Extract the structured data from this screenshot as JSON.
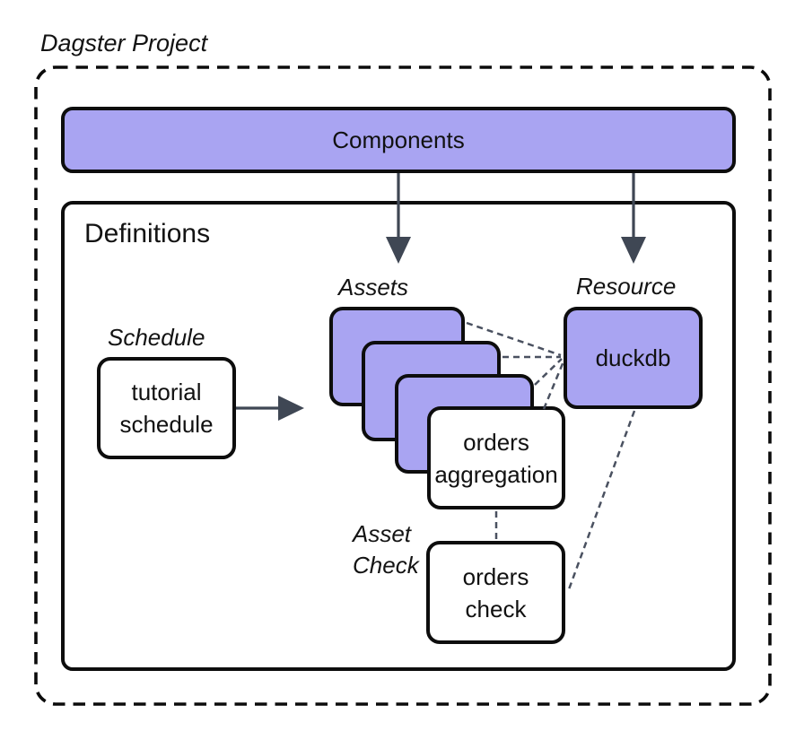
{
  "title": "Dagster Project",
  "palette": {
    "node_purple": "#A9A4F2",
    "node_border": "#0D0D0D",
    "arrow_color": "#3F4754",
    "connector_color": "#4A5160",
    "dashed_boundary": "#0B0B0B"
  },
  "components_bar": {
    "label": "Components"
  },
  "definitions_box": {
    "label": "Definitions"
  },
  "labels": {
    "schedule": "Schedule",
    "assets": "Assets",
    "resource": "Resource",
    "asset_check": "Asset\nCheck"
  },
  "nodes": {
    "tutorial_schedule": "tutorial\nschedule",
    "orders_aggregation": "orders\naggregation",
    "duckdb": "duckdb",
    "orders_check": "orders\ncheck"
  }
}
